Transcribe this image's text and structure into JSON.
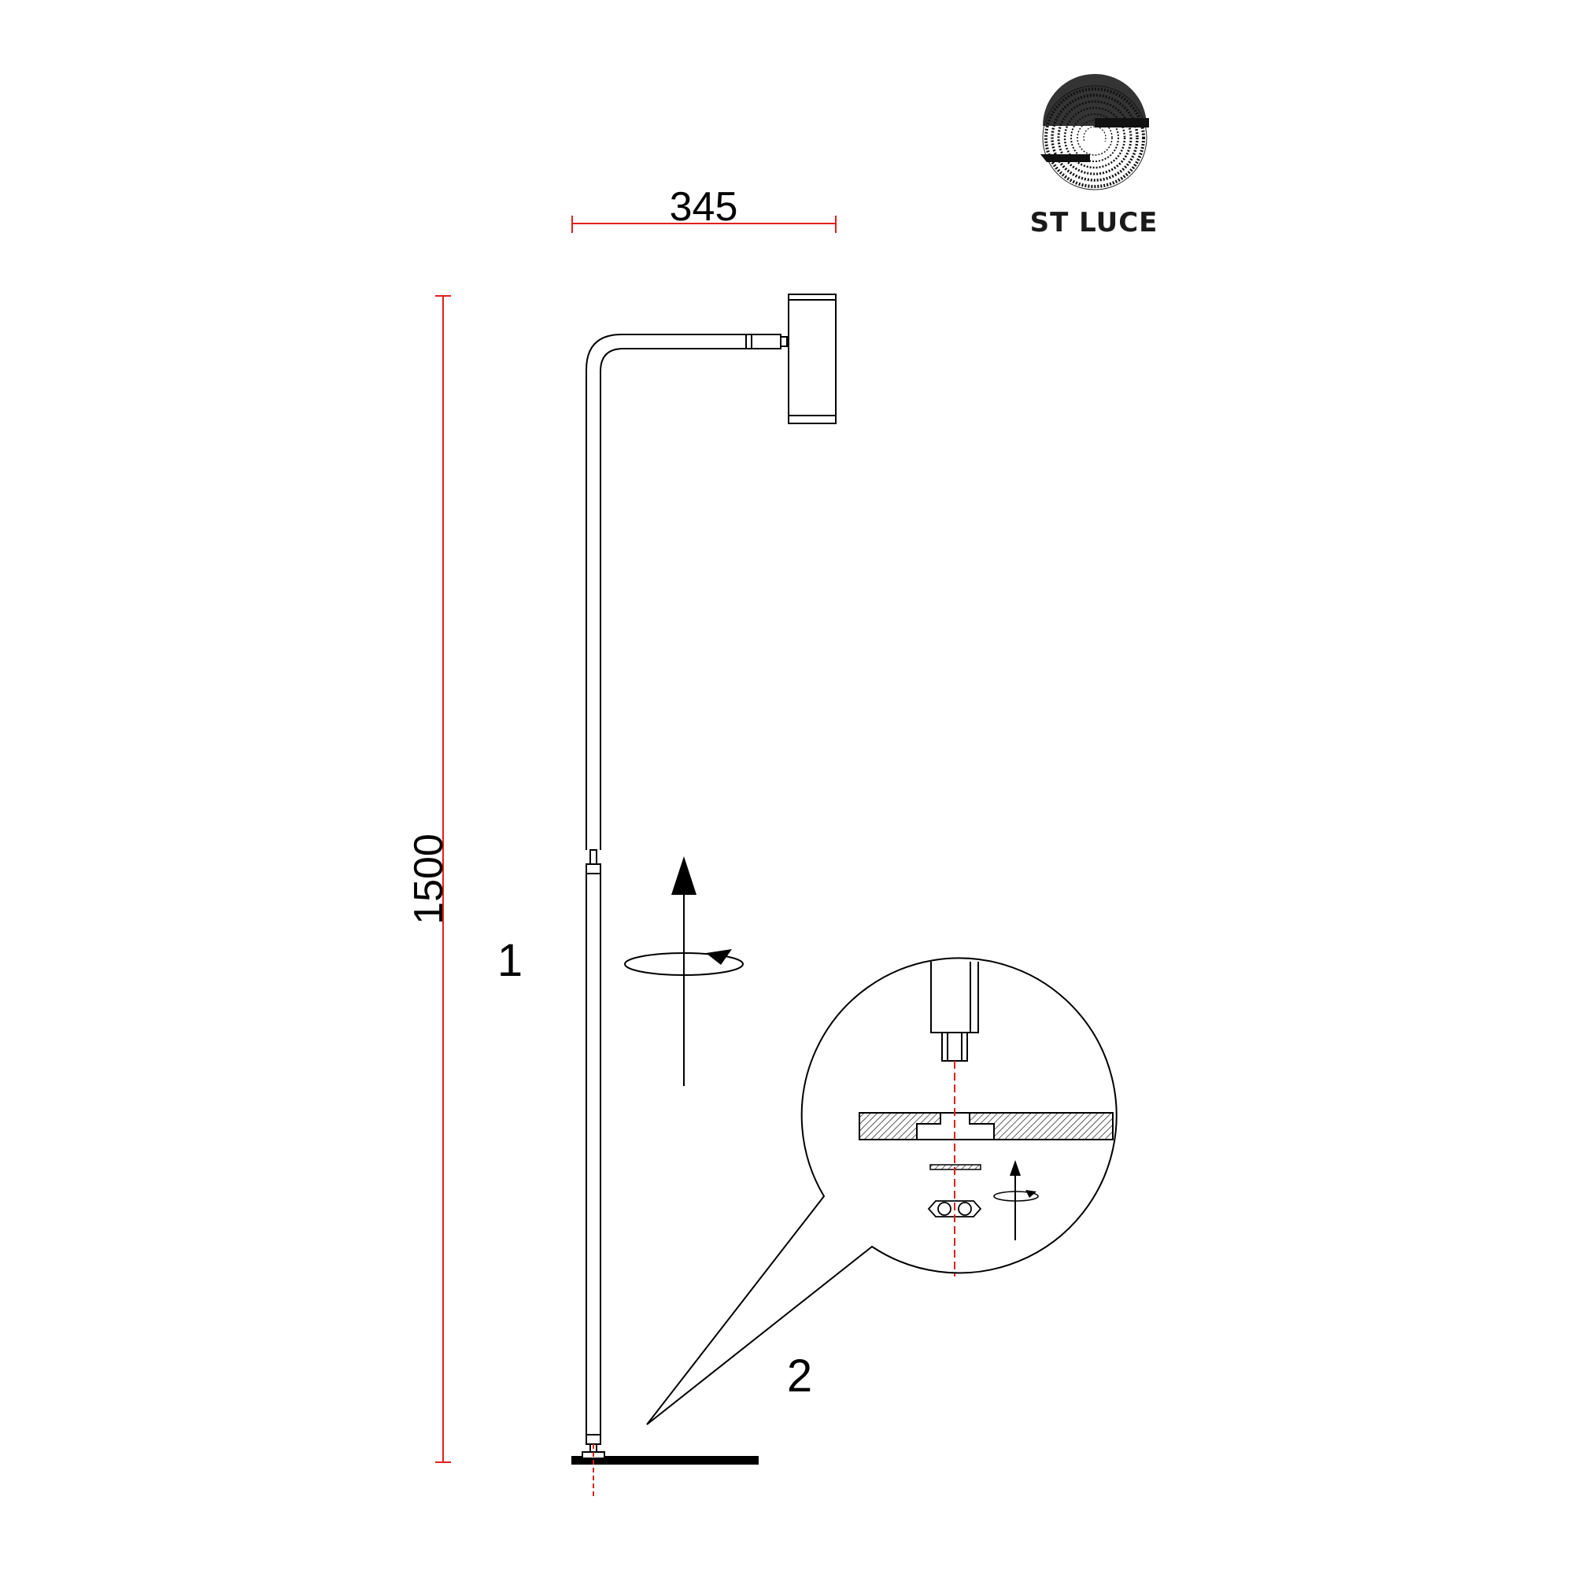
{
  "brand": {
    "name": "ST LUCE",
    "logo_icon": "st-luce-spiral-logo-icon"
  },
  "dimensions": {
    "width": "345",
    "height": "1500"
  },
  "steps": {
    "step1": "1",
    "step2": "2"
  },
  "colors": {
    "line": "#000000",
    "dimension": "#e0201e",
    "hatch": "#333333"
  }
}
